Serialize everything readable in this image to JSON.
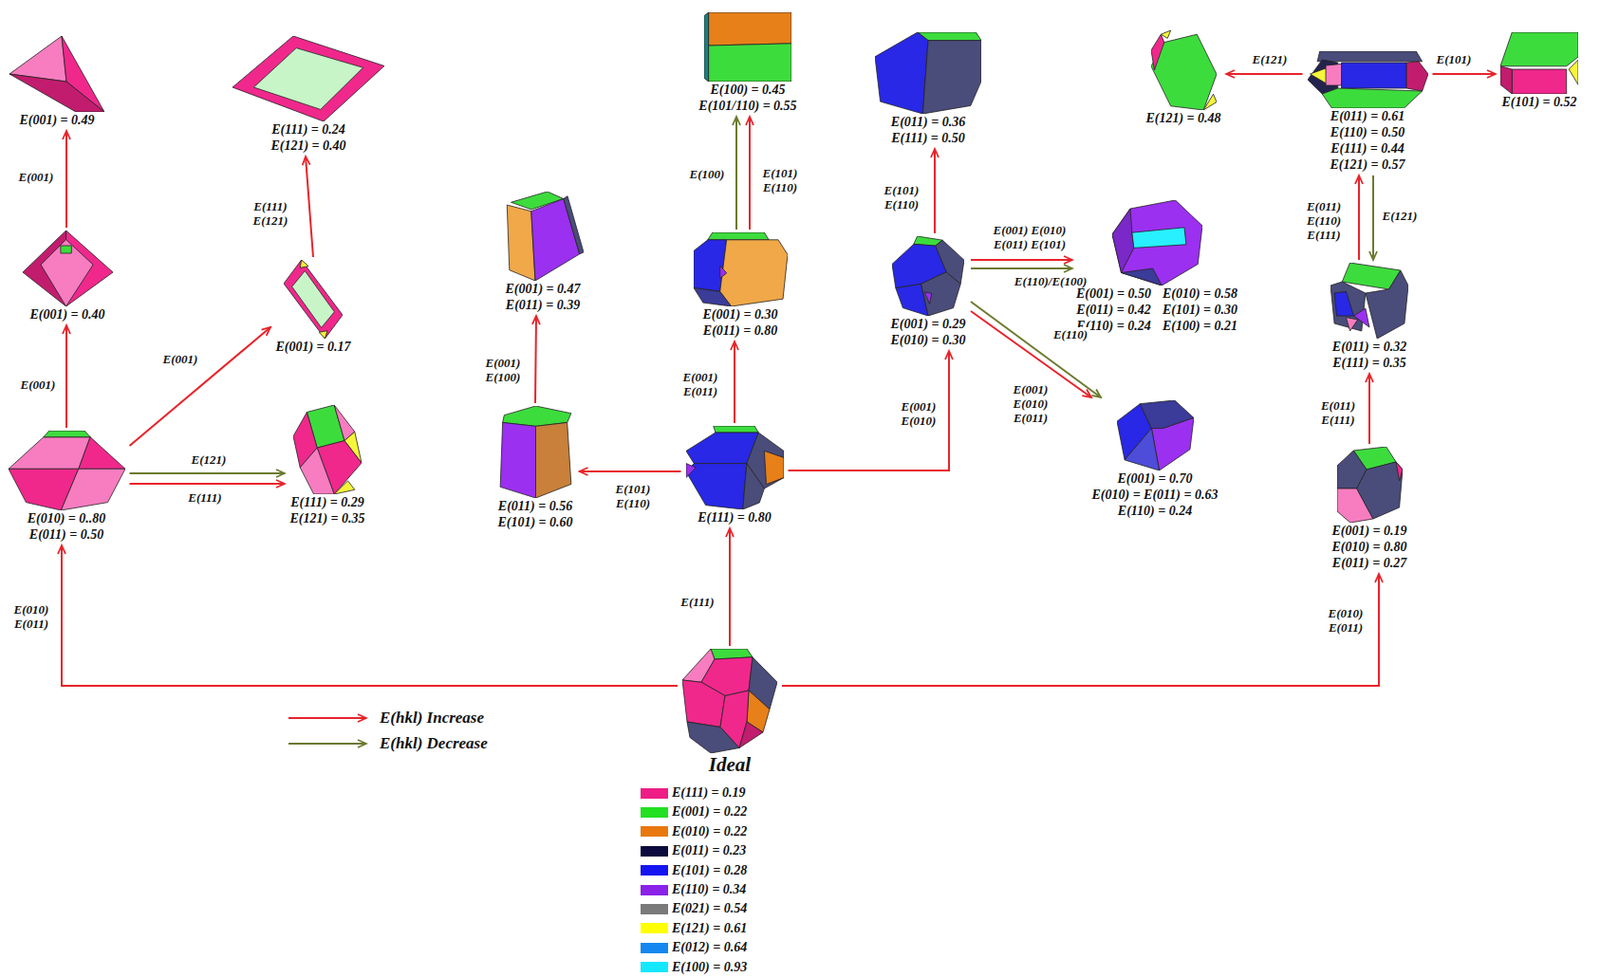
{
  "diagram": {
    "nodes": [
      {
        "text": [
          "Ideal"
        ]
      },
      {
        "text": [
          "E(010) = 0..80",
          "E(011) = 0.50"
        ]
      },
      {
        "text": [
          "E(001) = 0.40"
        ]
      },
      {
        "text": [
          "E(001) = 0.49"
        ]
      },
      {
        "text": [
          "E(001) = 0.17"
        ]
      },
      {
        "text": [
          "E(111) = 0.24",
          "E(121) = 0.40"
        ]
      },
      {
        "text": [
          "E(111) = 0.29",
          "E(121) = 0.35"
        ]
      },
      {
        "text": [
          "E(111) = 0.80"
        ]
      },
      {
        "text": [
          "E(011) = 0.56",
          "E(101) = 0.60"
        ]
      },
      {
        "text": [
          "E(001) = 0.47",
          "E(011) = 0.39"
        ]
      },
      {
        "text": [
          "E(001) = 0.30",
          "E(011) = 0.80"
        ]
      },
      {
        "text": [
          "E(100) = 0.45",
          "E(101/110) = 0.55"
        ]
      },
      {
        "text": [
          "E(001) = 0.29",
          "E(010) = 0.30"
        ]
      },
      {
        "text": [
          "E(011) = 0.36",
          "E(111) = 0.50"
        ]
      },
      {
        "text": [
          "E(001) = 0.50",
          "E(010) = 0.58",
          "E(011) = 0.42",
          "E(101) = 0.30",
          "E(110) = 0.24",
          "E(100) = 0.21"
        ]
      },
      {
        "text": [
          "E(001) = 0.70",
          "E(010) = E(011) = 0.63",
          "E(110) = 0.24"
        ]
      },
      {
        "text": [
          "E(001) = 0.19",
          "E(010) = 0.80",
          "E(011) = 0.27"
        ]
      },
      {
        "text": [
          "E(011) = 0.32",
          "E(111) = 0.35"
        ]
      },
      {
        "text": [
          "E(011) = 0.61",
          "E(110) = 0.50",
          "E(111) = 0.44",
          "E(121) = 0.57"
        ]
      },
      {
        "text": [
          "E(121) = 0.48"
        ]
      },
      {
        "text": [
          "E(101) = 0.52"
        ]
      }
    ],
    "edges": [
      {
        "from": 0,
        "to": 1,
        "arrow": "to",
        "label": "E(010) E(011)"
      },
      {
        "from": 0,
        "to": 7,
        "arrow": "to",
        "label": "E(111)"
      },
      {
        "from": 0,
        "to": 16,
        "arrow": "to",
        "label": "E(010) E(011)"
      },
      {
        "from": 1,
        "to": 2,
        "arrow": "to",
        "label": "E(001)"
      },
      {
        "from": 2,
        "to": 3,
        "arrow": "to",
        "label": "E(001)"
      },
      {
        "from": 1,
        "to": 4,
        "arrow": "to",
        "label": "E(001)"
      },
      {
        "from": 4,
        "to": 5,
        "arrow": "to",
        "label": "E(111) E(121)"
      },
      {
        "from": 1,
        "to": 6,
        "arrow": "to",
        "label": "E(121)"
      },
      {
        "from": 1,
        "to": 6,
        "arrow": "to",
        "label": "E(111)"
      },
      {
        "from": 7,
        "to": 8,
        "arrow": "to",
        "label": "E(101) E(110)"
      },
      {
        "from": 8,
        "to": 9,
        "arrow": "to",
        "label": "E(001) E(100)"
      },
      {
        "from": 7,
        "to": 10,
        "arrow": "to",
        "label": "E(001) E(011)"
      },
      {
        "from": 10,
        "to": 11,
        "arrow": "to",
        "label": "E(100)"
      },
      {
        "from": 10,
        "to": 11,
        "arrow": "to",
        "label": "E(101) E(110)"
      },
      {
        "from": 7,
        "to": 12,
        "arrow": "to",
        "label": "E(001) E(010)"
      },
      {
        "from": 12,
        "to": 13,
        "arrow": "to",
        "label": "E(101) E(110)"
      },
      {
        "from": 12,
        "to": 14,
        "arrow": "to",
        "label": "E(001) E(010) E(011) E(101)"
      },
      {
        "from": 12,
        "to": 14,
        "arrow": "to",
        "label": "E(110)/E(100)"
      },
      {
        "from": 12,
        "to": 15,
        "arrow": "to",
        "label": "E(110)"
      },
      {
        "from": 12,
        "to": 15,
        "arrow": "to",
        "label": "E(001) E(010) E(011)"
      },
      {
        "from": 16,
        "to": 17,
        "arrow": "to",
        "label": "E(011) E(111)"
      },
      {
        "from": 17,
        "to": 18,
        "arrow": "to",
        "label": "E(011) E(110) E(111)"
      },
      {
        "from": 18,
        "to": 17,
        "arrow": "to",
        "label": "E(121)"
      },
      {
        "from": 18,
        "to": 19,
        "arrow": "to",
        "label": "E(121)"
      },
      {
        "from": 18,
        "to": 20,
        "arrow": "to",
        "label": "E(101)"
      }
    ],
    "legend": [
      {
        "text": "E(hkl) Increase"
      },
      {
        "text": "E(hkl) Decrease"
      },
      {
        "text": "E(111) = 0.19",
        "color": "#ee1e86"
      },
      {
        "text": "E(001) = 0.22",
        "color": "#22e022"
      },
      {
        "text": "E(010) = 0.22",
        "color": "#e8780e"
      },
      {
        "text": "E(011) = 0.23",
        "color": "#0a0a3c"
      },
      {
        "text": "E(101) = 0.28",
        "color": "#1414f0"
      },
      {
        "text": "E(110) = 0.34",
        "color": "#8a22e8"
      },
      {
        "text": "E(021) = 0.54",
        "color": "#7a7a7a"
      },
      {
        "text": "E(121) = 0.61",
        "color": "#ffff00"
      },
      {
        "text": "E(012) = 0.64",
        "color": "#1488f0"
      },
      {
        "text": "E(100) = 0.93",
        "color": "#14e8ff"
      }
    ]
  }
}
